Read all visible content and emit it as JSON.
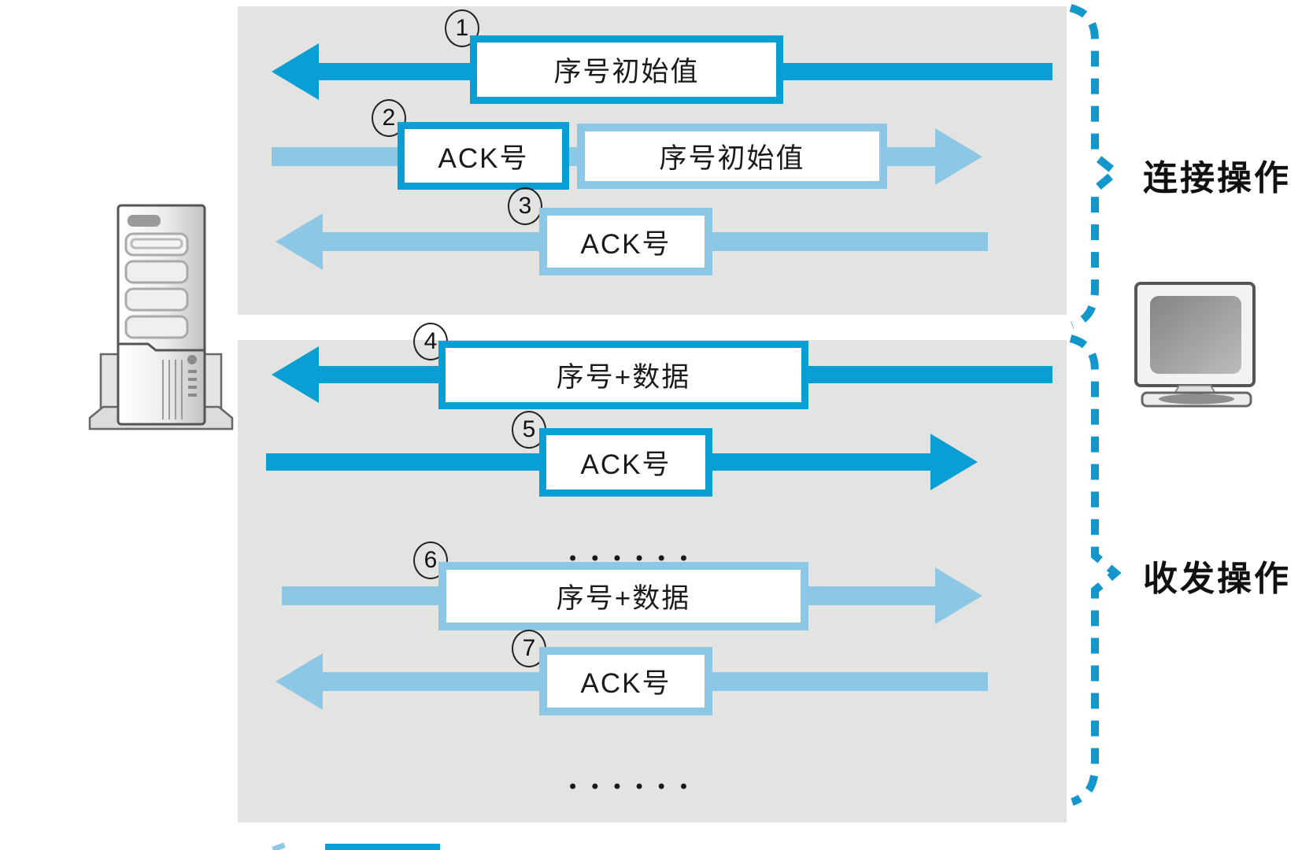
{
  "colors": {
    "dark-blue": "#0a9fd4",
    "light-blue": "#8cc8e6",
    "panel-bg": "#e3e3e1",
    "bracket-blue": "#1296cc",
    "text": "#1a1a1a"
  },
  "icons": {
    "server": "server-tower-icon",
    "client": "desktop-monitor-icon"
  },
  "steps": [
    {
      "number": "1",
      "boxes": [
        {
          "label": "序号初始值"
        }
      ]
    },
    {
      "number": "2",
      "boxes": [
        {
          "label": "ACK号"
        },
        {
          "label": "序号初始值"
        }
      ]
    },
    {
      "number": "3",
      "boxes": [
        {
          "label": "ACK号"
        }
      ]
    },
    {
      "number": "4",
      "boxes": [
        {
          "label": "序号+数据"
        }
      ]
    },
    {
      "number": "5",
      "boxes": [
        {
          "label": "ACK号"
        }
      ]
    },
    {
      "number": "6",
      "boxes": [
        {
          "label": "序号+数据"
        }
      ]
    },
    {
      "number": "7",
      "boxes": [
        {
          "label": "ACK号"
        }
      ]
    }
  ],
  "ellipsis": "••••••",
  "brackets": {
    "connection": {
      "label": "连接操作"
    },
    "transfer": {
      "label": "收发操作"
    }
  }
}
